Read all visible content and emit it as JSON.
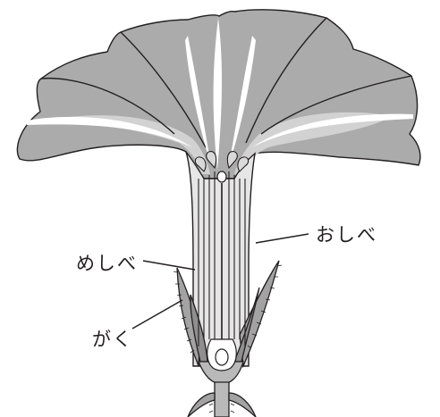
{
  "labels": {
    "stamen": "おしべ",
    "pistil": "めしべ",
    "calyx": "がく"
  },
  "colors": {
    "petal_fill": "#ababab",
    "petal_light": "#d2d2d2",
    "highlight": "#ffffff",
    "outline": "#231f20",
    "tube_fill": "#e6e6e6",
    "calyx_fill": "#a3a3a3"
  }
}
